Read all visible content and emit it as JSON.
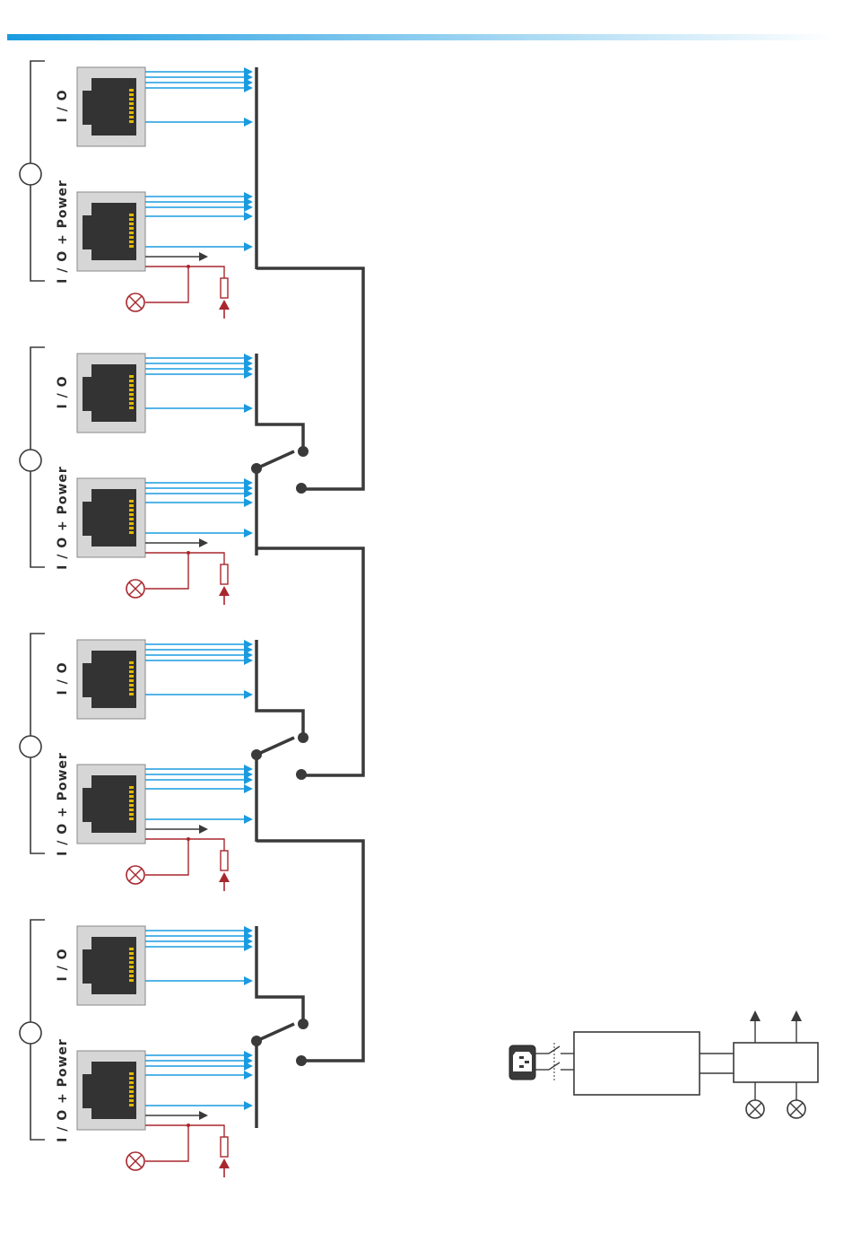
{
  "colors": {
    "signal": "#1a9be0",
    "bus": "#3a3a3a",
    "power": "#a8272e",
    "jack_fill": "#d6d6d6",
    "jack_inner": "#333333",
    "pins": "#e0b800",
    "header_gradient_start": "#1a9be0",
    "header_gradient_end": "#ffffff"
  },
  "groups": [
    {
      "top_port": {
        "label": "I / O",
        "icon": "rj45-jack-icon"
      },
      "bottom_port": {
        "label": "I / O + Power",
        "icon": "rj45-jack-icon"
      },
      "lamp_icon": "indicator-lamp-icon",
      "resistor_icon": "resistor-icon",
      "bypass_relay": false
    },
    {
      "top_port": {
        "label": "I / O",
        "icon": "rj45-jack-icon"
      },
      "bottom_port": {
        "label": "I / O + Power",
        "icon": "rj45-jack-icon"
      },
      "lamp_icon": "indicator-lamp-icon",
      "resistor_icon": "resistor-icon",
      "bypass_relay": true
    },
    {
      "top_port": {
        "label": "I / O",
        "icon": "rj45-jack-icon"
      },
      "bottom_port": {
        "label": "I / O + Power",
        "icon": "rj45-jack-icon"
      },
      "lamp_icon": "indicator-lamp-icon",
      "resistor_icon": "resistor-icon",
      "bypass_relay": true
    },
    {
      "top_port": {
        "label": "I / O",
        "icon": "rj45-jack-icon"
      },
      "bottom_port": {
        "label": "I / O + Power",
        "icon": "rj45-jack-icon"
      },
      "lamp_icon": "indicator-lamp-icon",
      "resistor_icon": "resistor-icon",
      "bypass_relay": true
    }
  ],
  "power_supply": {
    "inlet_icon": "iec-power-inlet-icon",
    "switch_icon": "double-pole-switch-icon",
    "psu_icon": "power-supply-box",
    "controller_icon": "controller-box",
    "output_icon": "output-arrow-icon",
    "lamp_icon": "indicator-lamp-icon",
    "outputs": 2,
    "lamps": 2
  }
}
